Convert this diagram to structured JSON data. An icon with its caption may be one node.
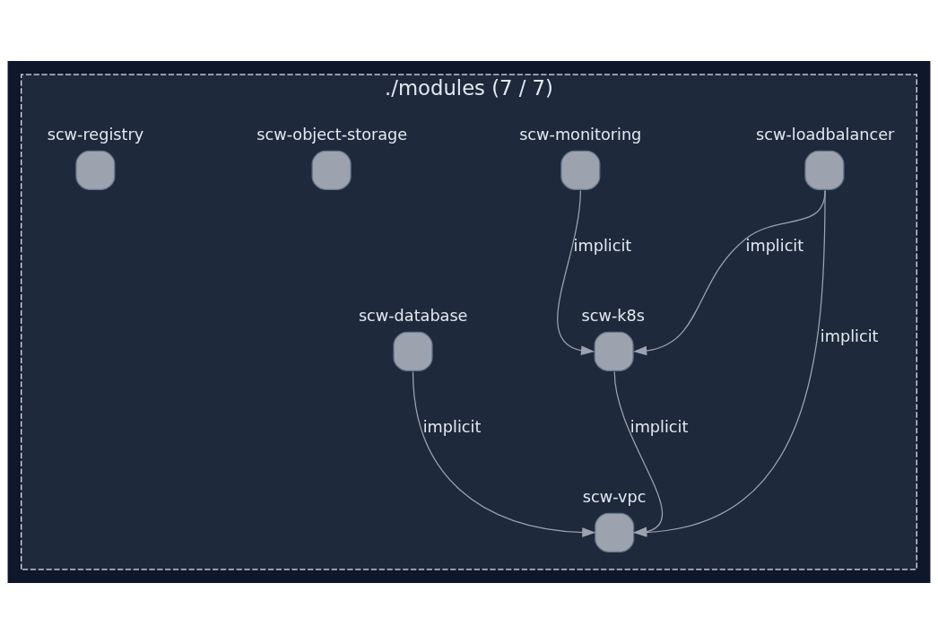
{
  "diagram": {
    "nodes": [
      {
        "text": [
          "./modules (7 / 7)"
        ]
      },
      {
        "text": [
          "scw-loadbalancer"
        ],
        "in": 0
      },
      {
        "text": [
          "scw-monitoring"
        ],
        "in": 0
      },
      {
        "text": [
          "scw-database"
        ],
        "in": 0
      },
      {
        "text": [
          "scw-k8s"
        ],
        "in": 0
      },
      {
        "text": [
          "scw-object-storage"
        ],
        "in": 0
      },
      {
        "text": [
          "scw-registry"
        ],
        "in": 0
      },
      {
        "text": [
          "scw-vpc"
        ],
        "in": 0
      }
    ],
    "edges": [
      {
        "from": 1,
        "to": 7,
        "arrow": "to",
        "label": "implicit"
      },
      {
        "from": 1,
        "to": 4,
        "arrow": "to",
        "label": "implicit"
      },
      {
        "from": 2,
        "to": 4,
        "arrow": "to",
        "label": "implicit"
      },
      {
        "from": 4,
        "to": 7,
        "arrow": "to",
        "label": "implicit"
      },
      {
        "from": 3,
        "to": 7,
        "arrow": "to",
        "label": "implicit"
      }
    ]
  }
}
